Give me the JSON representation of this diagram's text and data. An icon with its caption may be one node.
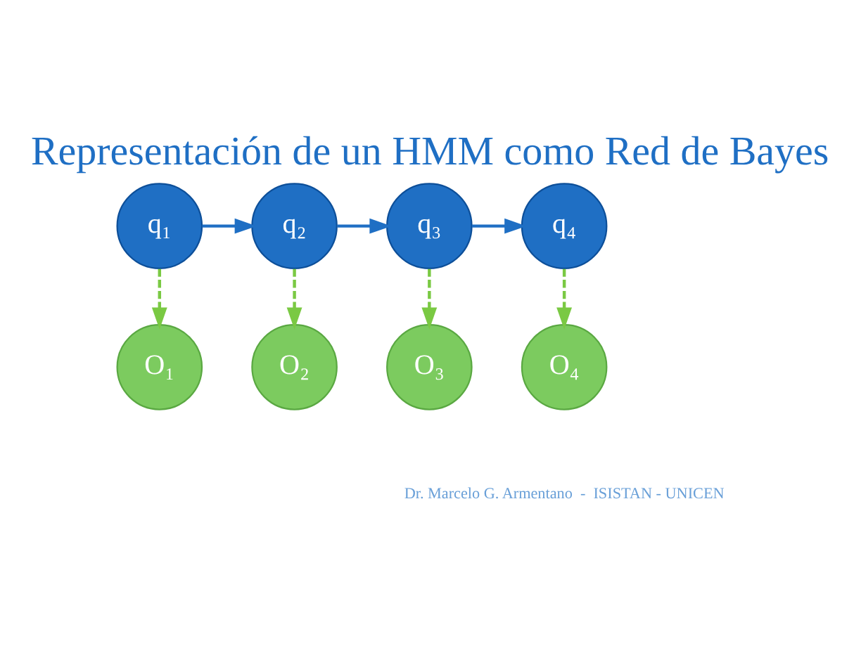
{
  "diagram": {
    "title": "Representación de un HMM como Red de Bayes",
    "nodes": [
      {
        "text": [
          "q₁"
        ]
      },
      {
        "text": [
          "q₂"
        ]
      },
      {
        "text": [
          "q₃"
        ]
      },
      {
        "text": [
          "q₄"
        ]
      },
      {
        "text": [
          "O₁"
        ]
      },
      {
        "text": [
          "O₂"
        ]
      },
      {
        "text": [
          "O₃"
        ]
      },
      {
        "text": [
          "O₄"
        ]
      }
    ],
    "edges": [
      {
        "from": 0,
        "to": 1,
        "arrow": "to",
        "color": "#1f6fc4"
      },
      {
        "from": 1,
        "to": 2,
        "arrow": "to",
        "color": "#1f6fc4"
      },
      {
        "from": 2,
        "to": 3,
        "arrow": "to",
        "color": "#1f6fc4"
      },
      {
        "from": 0,
        "to": 4,
        "arrow": "to",
        "style": "dashed"
      },
      {
        "from": 1,
        "to": 5,
        "arrow": "to",
        "style": "dashed"
      },
      {
        "from": 2,
        "to": 6,
        "arrow": "to",
        "style": "dashed"
      },
      {
        "from": 3,
        "to": 7,
        "arrow": "to",
        "style": "dashed"
      }
    ],
    "labels": [
      "Dr. Marcelo G. Armentano  -  ISISTAN - UNICEN"
    ]
  }
}
